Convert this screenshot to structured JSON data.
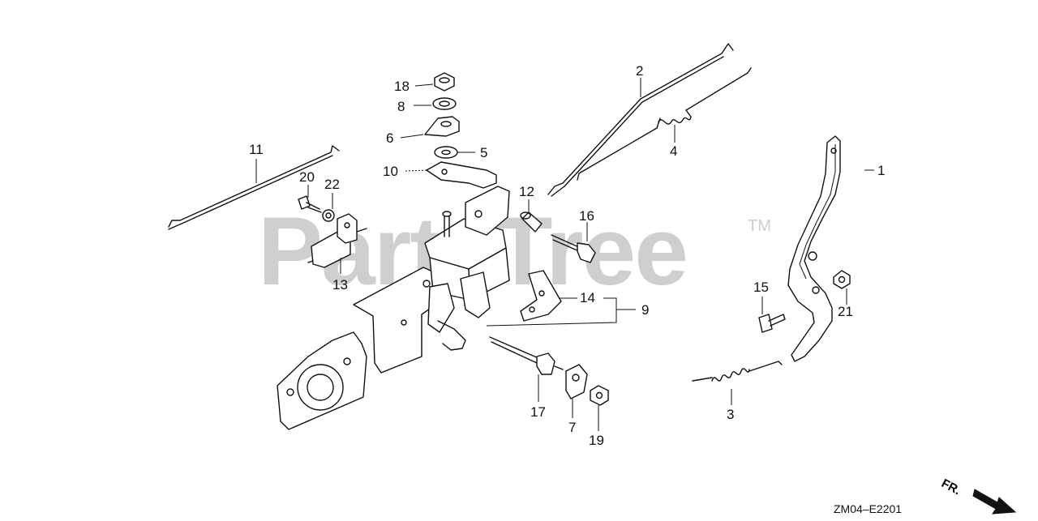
{
  "watermark": {
    "text": "PartsTree",
    "trademark": "TM"
  },
  "diagram_code": "ZM04–E2201",
  "direction_label": "FR.",
  "callouts": {
    "c1": "1",
    "c2": "2",
    "c3": "3",
    "c4": "4",
    "c5": "5",
    "c6": "6",
    "c7": "7",
    "c8": "8",
    "c9": "9",
    "c10": "10",
    "c11": "11",
    "c12": "12",
    "c13": "13",
    "c14": "14",
    "c15": "15",
    "c16": "16",
    "c17": "17",
    "c18": "18",
    "c19": "19",
    "c20": "20",
    "c21": "21",
    "c22": "22"
  },
  "colors": {
    "line": "#111111",
    "watermark": "#cfcfcf",
    "background": "#ffffff"
  }
}
